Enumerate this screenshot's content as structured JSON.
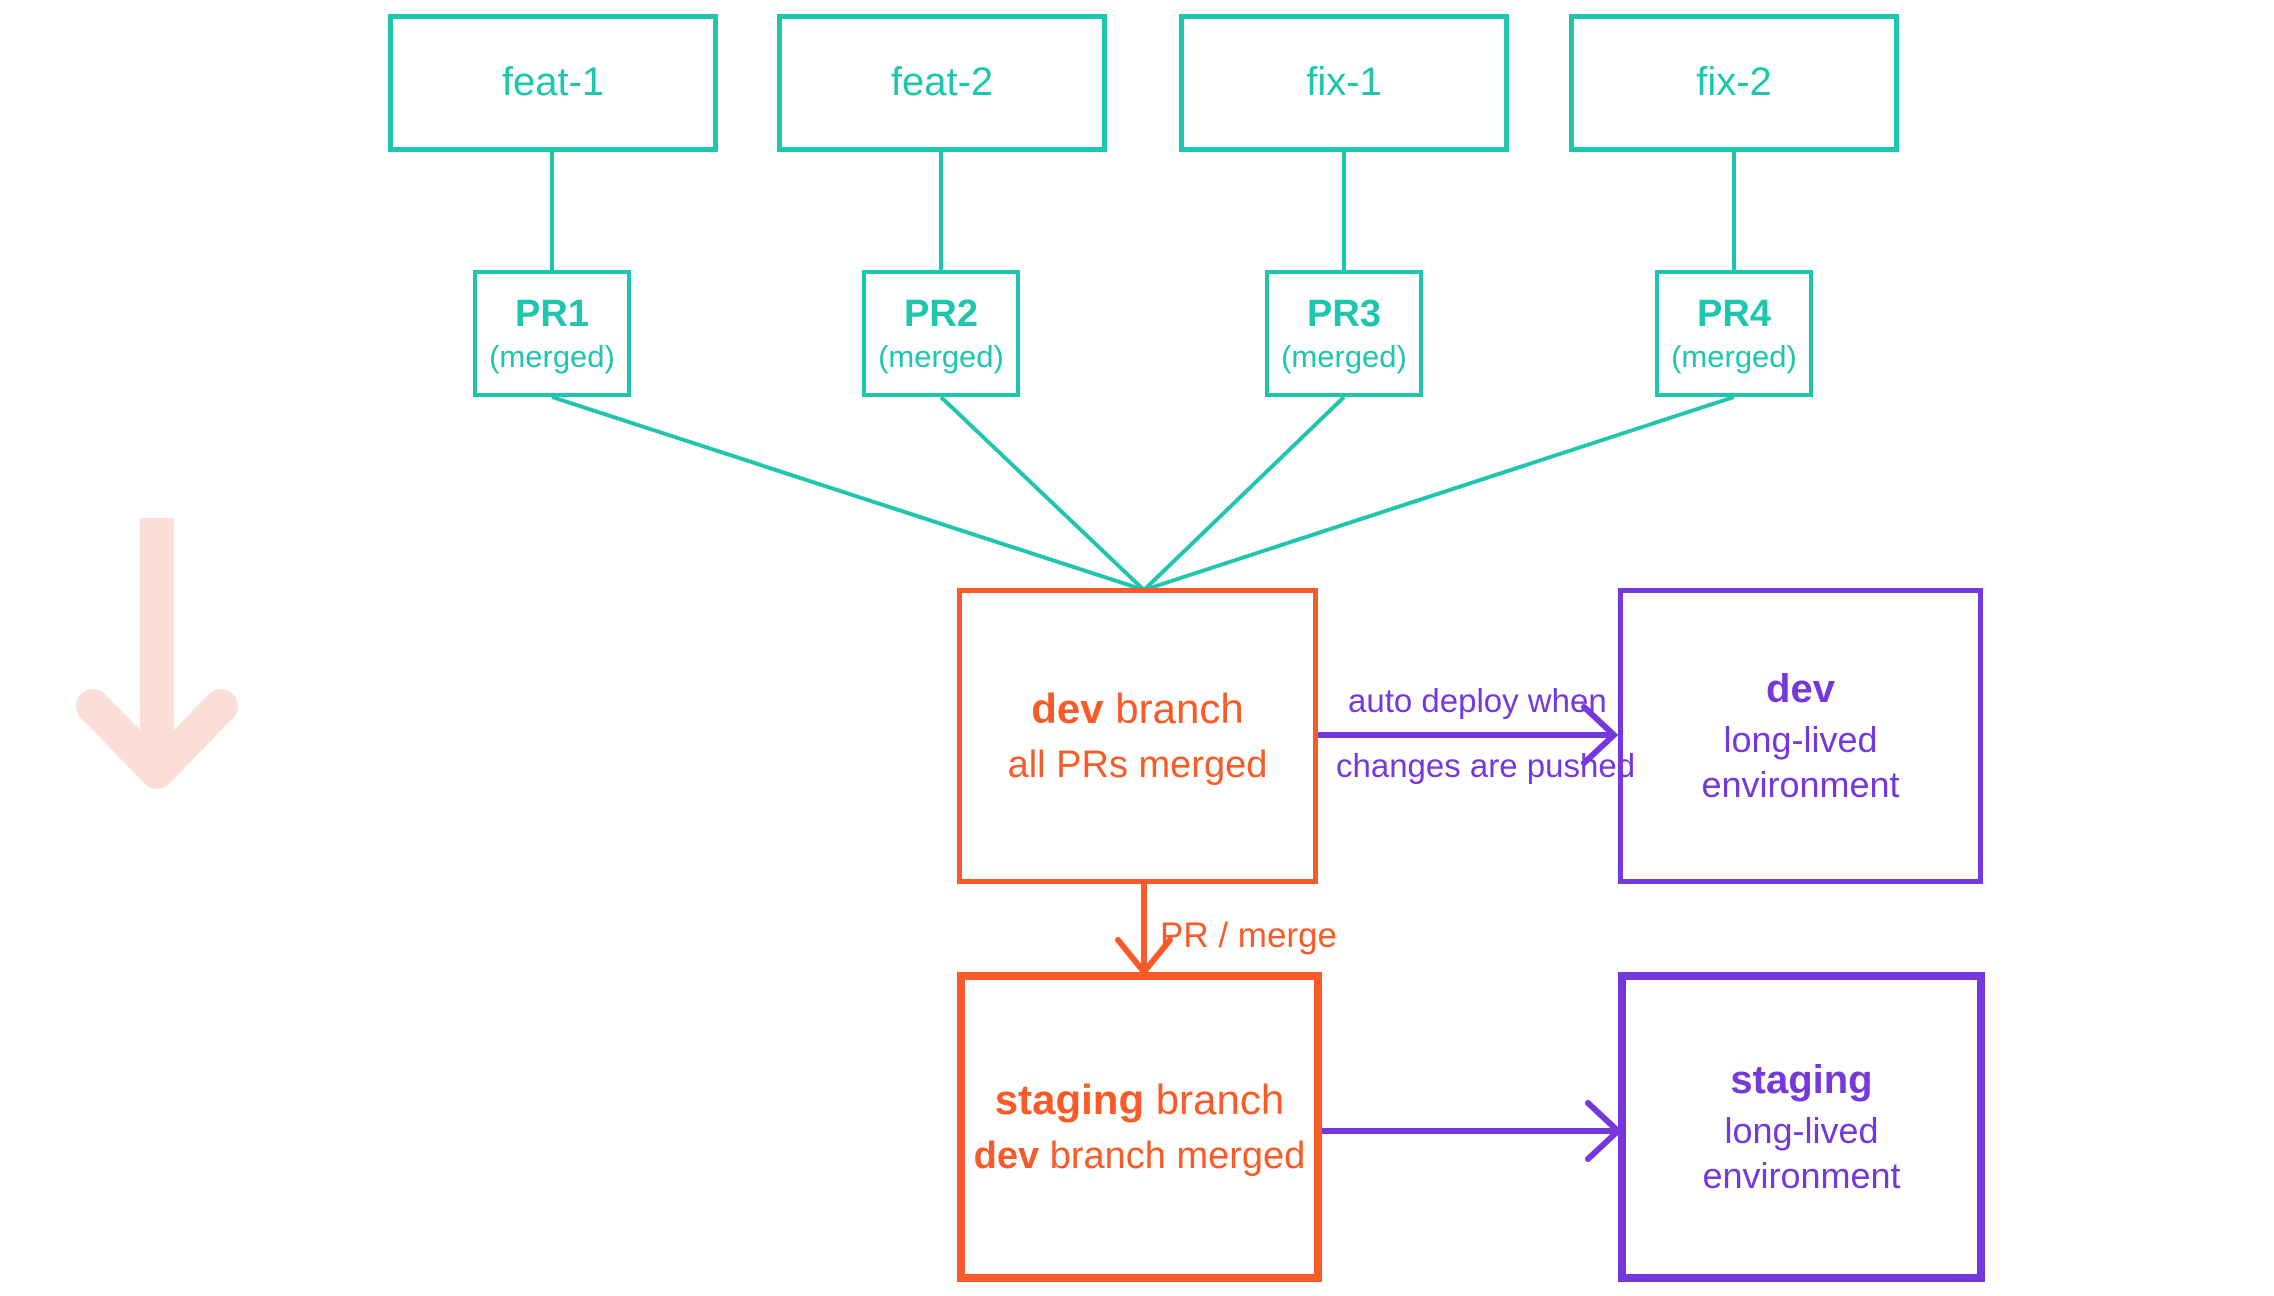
{
  "diagram": {
    "title": "Git branching and deployment flow",
    "colors": {
      "teal": "#1ec6ae",
      "orange": "#f95b28",
      "purple": "#7638dc",
      "pale_arrow": "#fbdfd6",
      "background": "#ffffff"
    },
    "feature_branches": [
      {
        "name": "feat-1"
      },
      {
        "name": "feat-2"
      },
      {
        "name": "fix-1"
      },
      {
        "name": "fix-2"
      }
    ],
    "pull_requests": [
      {
        "name": "PR1",
        "status": "(merged)"
      },
      {
        "name": "PR2",
        "status": "(merged)"
      },
      {
        "name": "PR3",
        "status": "(merged)"
      },
      {
        "name": "PR4",
        "status": "(merged)"
      }
    ],
    "dev_branch": {
      "title_bold": "dev",
      "title_rest": " branch",
      "subtitle": "all PRs merged"
    },
    "staging_branch": {
      "title_bold": "staging",
      "title_rest": " branch",
      "subtitle_bold": "dev",
      "subtitle_rest": " branch merged"
    },
    "dev_environment": {
      "name": "dev",
      "line2": "long-lived",
      "line3": "environment"
    },
    "staging_environment": {
      "name": "staging",
      "line2": "long-lived",
      "line3": "environment"
    },
    "edge_labels": {
      "auto_deploy_line1": "auto deploy when",
      "auto_deploy_line2": "changes are pushed",
      "pr_merge": "PR / merge"
    }
  }
}
